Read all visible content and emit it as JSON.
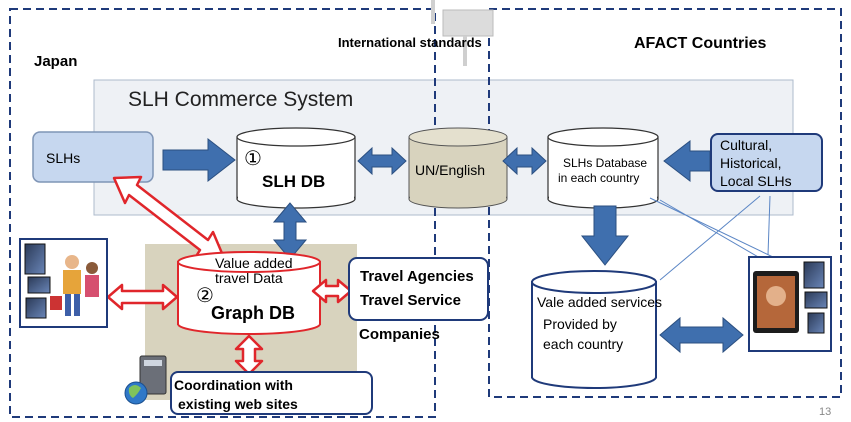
{
  "regions": {
    "japan": "Japan",
    "international": "International standards",
    "afact": "AFACT Countries"
  },
  "system_title": "SLH Commerce System",
  "nodes": {
    "slhs": "SLHs",
    "slh_db_num": "①",
    "slh_db": "SLH DB",
    "un_english": "UN/English",
    "slhs_database_1": "SLHs Database",
    "slhs_database_2": "in each country",
    "cultural_1": "Cultural,",
    "cultural_2": "Historical,",
    "cultural_3": "Local SLHs",
    "value_added_1": "Value added",
    "value_added_2": "travel Data",
    "graph_db_num": "②",
    "graph_db": "Graph DB",
    "travel_agencies": "Travel Agencies",
    "travel_service": "Travel Service",
    "companies": "Companies",
    "coordination_1": "Coordination with",
    "coordination_2": "existing web sites",
    "vale_added_1": "Vale added services",
    "vale_added_2": "Provided by",
    "vale_added_3": "each country"
  },
  "page_number": "13",
  "colors": {
    "panel_gray": "#eef1f5",
    "panel_border": "#aebbcc",
    "db_tan": "#d8d3be",
    "arrow_blue": "#3f6fae",
    "slhs_blue": "#c6d7ef",
    "box_navy": "#1f3a7a",
    "red": "#e0262b"
  }
}
